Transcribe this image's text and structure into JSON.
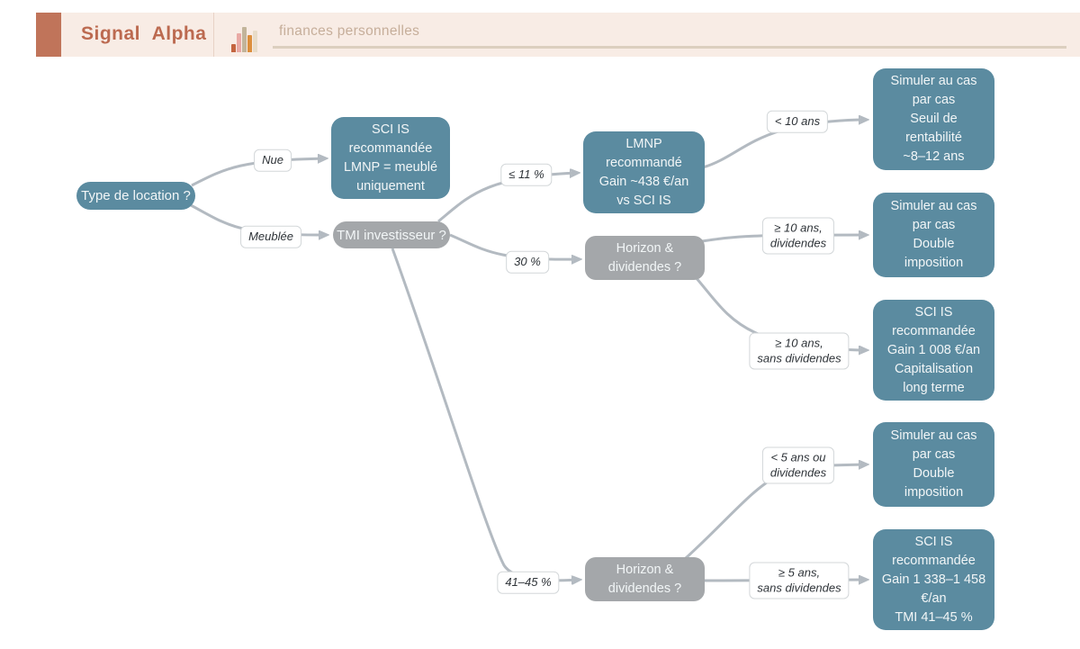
{
  "header": {
    "brand": "Signal Alpha",
    "tagline": "finances personnelles",
    "icon": "bar-chart-icon",
    "accent_color": "#bc6a50",
    "background_color": "#f8ece5"
  },
  "diagram": {
    "colors": {
      "question_node": "#5b8ba0",
      "decision_node": "#a4a7aa",
      "edge": "#b3bac1"
    },
    "nodes": {
      "type_location": "Type de location ?",
      "sci_nue": "SCI IS\nrecommandée\nLMNP = meublé\nuniquement",
      "tmi": "TMI investisseur ?",
      "lmnp": "LMNP\nrecommandé\nGain ~438 €/an\nvs SCI IS",
      "horizon1": "Horizon &\ndividendes ?",
      "horizon2": "Horizon &\ndividendes ?",
      "sim_seuil": "Simuler au cas\npar cas\nSeuil de\nrentabilité\n~8–12 ans",
      "sim_double_1": "Simuler au cas\npar cas\nDouble\nimposition",
      "sci_1008": "SCI IS\nrecommandée\nGain 1 008 €/an\nCapitalisation\nlong terme",
      "sim_double_2": "Simuler au cas\npar cas\nDouble\nimposition",
      "sci_1338": "SCI IS\nrecommandée\nGain 1 338–1 458\n€/an\nTMI 41–45 %"
    },
    "edge_labels": {
      "nue": "Nue",
      "meublee": "Meublée",
      "tmi_11": "≤ 11 %",
      "tmi_30": "30 %",
      "tmi_41_45": "41–45 %",
      "lt_10_ans": "< 10 ans",
      "ge_10_ans_div": "≥ 10 ans,\ndividendes",
      "ge_10_ans_sans": "≥ 10 ans,\nsans dividendes",
      "lt_5_ans_div": "< 5 ans ou\ndividendes",
      "ge_5_ans_sans": "≥ 5 ans,\nsans dividendes"
    }
  }
}
